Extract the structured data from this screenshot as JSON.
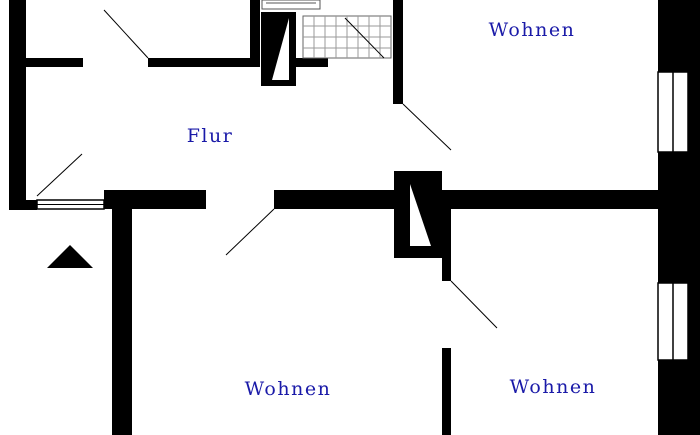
{
  "colors": {
    "wall": "#000000",
    "background": "#ffffff",
    "label": "#1a1aa8",
    "door_line": "#000000",
    "tile_grid": "#9a9a9a"
  },
  "rooms": [
    {
      "id": "wohnen-top-right",
      "label": "Wohnen"
    },
    {
      "id": "flur",
      "label": "Flur"
    },
    {
      "id": "wohnen-bottom-left",
      "label": "Wohnen"
    },
    {
      "id": "wohnen-bottom-right",
      "label": "Wohnen"
    }
  ],
  "icons": {
    "entrance": "triangle-up-icon"
  }
}
